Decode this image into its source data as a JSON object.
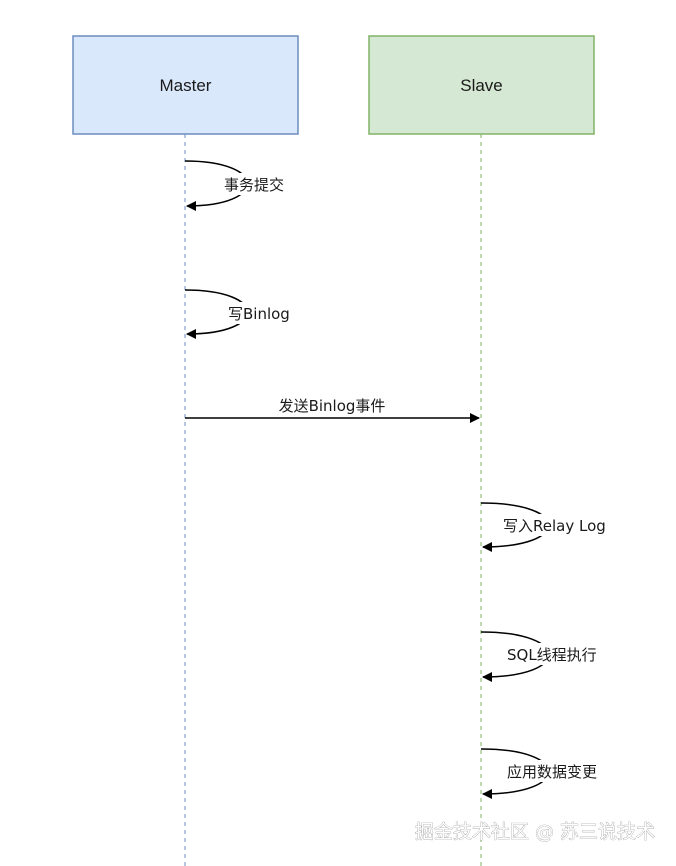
{
  "participants": {
    "master": {
      "label": "Master",
      "fill": "#dae8fc",
      "stroke": "#6c8ebf"
    },
    "slave": {
      "label": "Slave",
      "fill": "#d5e8d4",
      "stroke": "#82b366"
    }
  },
  "messages": {
    "commit": "事务提交",
    "write_binlog": "写Binlog",
    "send_binlog": "发送Binlog事件",
    "write_relay": "写入Relay Log",
    "sql_thread": "SQL线程执行",
    "apply_change": "应用数据变更"
  },
  "watermark": "掘金技术社区 @ 苏三说技术"
}
